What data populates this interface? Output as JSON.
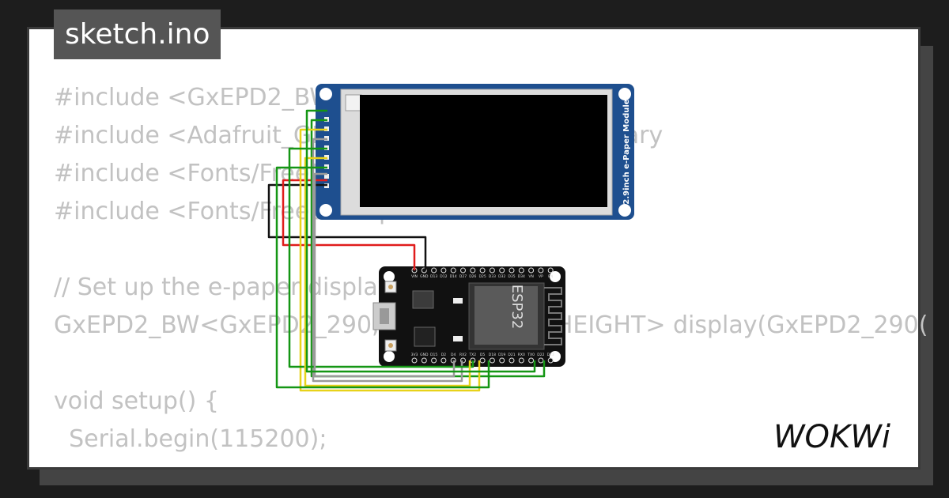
{
  "tab": {
    "filename": "sketch.ino"
  },
  "code_lines": [
    "#include <GxEPD2_BW.h>",
    "#include <Adafruit_GFX.h> // Core graphics library",
    "#include <Fonts/FreeMonoBold9pt7b.h>",
    "#include <Fonts/FreeSerif9pt7b.h>",
    "",
    "// Set up the e-paper display",
    "GxEPD2_BW<GxEPD2_290, GxEPD2_290::HEIGHT> display(GxEPD2_290(",
    "",
    "void setup() {",
    "  Serial.begin(115200);"
  ],
  "epaper": {
    "module_label": "2.9inch e-Paper Module"
  },
  "esp32": {
    "chip_label": "ESP32",
    "top_pins": [
      "VIN",
      "GND",
      "D13",
      "D12",
      "D14",
      "D27",
      "D26",
      "D25",
      "D33",
      "D32",
      "D35",
      "D34",
      "VN",
      "VP",
      "EN"
    ],
    "bottom_pins": [
      "3V3",
      "GND",
      "D15",
      "D2",
      "D4",
      "RX2",
      "TX2",
      "D5",
      "D18",
      "D19",
      "D21",
      "RX0",
      "TX0",
      "D22",
      "D23"
    ]
  },
  "colors": {
    "wire_green": "#149614",
    "wire_yellow": "#e8d21a",
    "wire_gray": "#9a9a9a",
    "wire_red": "#e01c1c",
    "wire_black": "#111111",
    "board_blue": "#1e4f8f"
  },
  "brand": {
    "logo_text": "WOKWi"
  }
}
